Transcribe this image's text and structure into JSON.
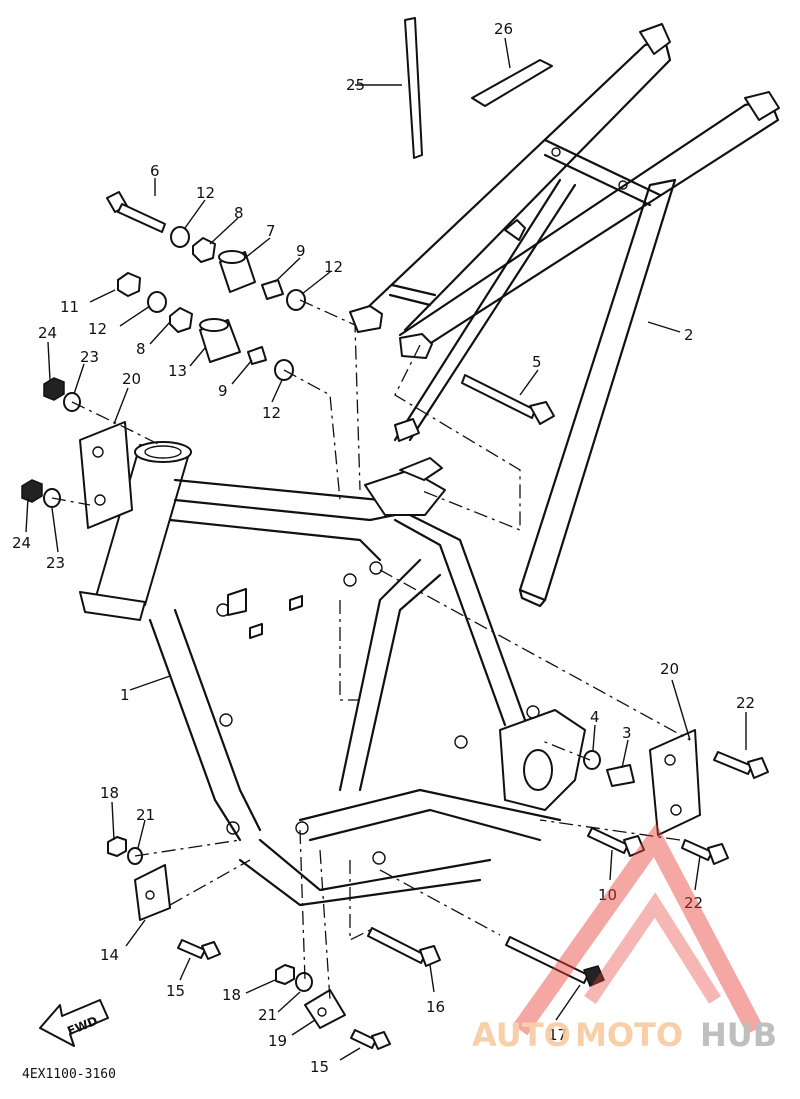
{
  "callouts": {
    "c1": "1",
    "c2": "2",
    "c3": "3",
    "c4": "4",
    "c5": "5",
    "c6": "6",
    "c7": "7",
    "c8a": "8",
    "c8b": "8",
    "c9a": "9",
    "c9b": "9",
    "c10": "10",
    "c11": "11",
    "c12a": "12",
    "c12b": "12",
    "c12c": "12",
    "c12d": "12",
    "c13": "13",
    "c14": "14",
    "c15a": "15",
    "c15b": "15",
    "c16": "16",
    "c17": "17",
    "c18a": "18",
    "c18b": "18",
    "c19": "19",
    "c20a": "20",
    "c20b": "20",
    "c21a": "21",
    "c21b": "21",
    "c22a": "22",
    "c22b": "22",
    "c23a": "23",
    "c23b": "23",
    "c24a": "24",
    "c24b": "24",
    "c25": "25",
    "c26": "26"
  },
  "diagram_code": "4EX1100-3160",
  "fwd_label": "FWD",
  "watermark": {
    "part1": "AUTO",
    "part2": "MOTO",
    "part3": "HUB",
    "color_light": "#f7c79a",
    "color_red": "#e8413a",
    "color_gray": "#b4b4b4"
  }
}
